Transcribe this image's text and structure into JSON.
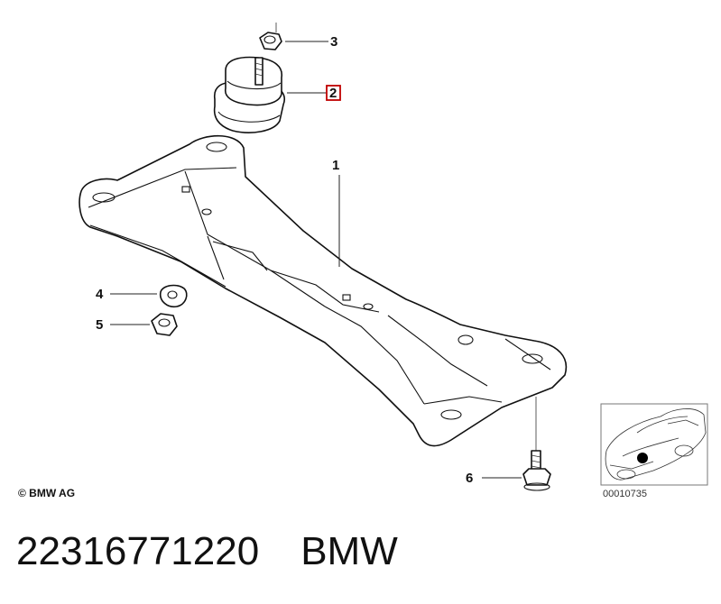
{
  "callouts": [
    {
      "number": "1",
      "highlighted": false
    },
    {
      "number": "2",
      "highlighted": true
    },
    {
      "number": "3",
      "highlighted": false
    },
    {
      "number": "4",
      "highlighted": false
    },
    {
      "number": "5",
      "highlighted": false
    },
    {
      "number": "6",
      "highlighted": false
    }
  ],
  "copyright": "© BMW AG",
  "thumbnail": {
    "id": "00010735"
  },
  "caption": {
    "part_number": "22316771220",
    "brand": "BMW"
  },
  "colors": {
    "highlight": "#c00000",
    "line": "#111111"
  }
}
